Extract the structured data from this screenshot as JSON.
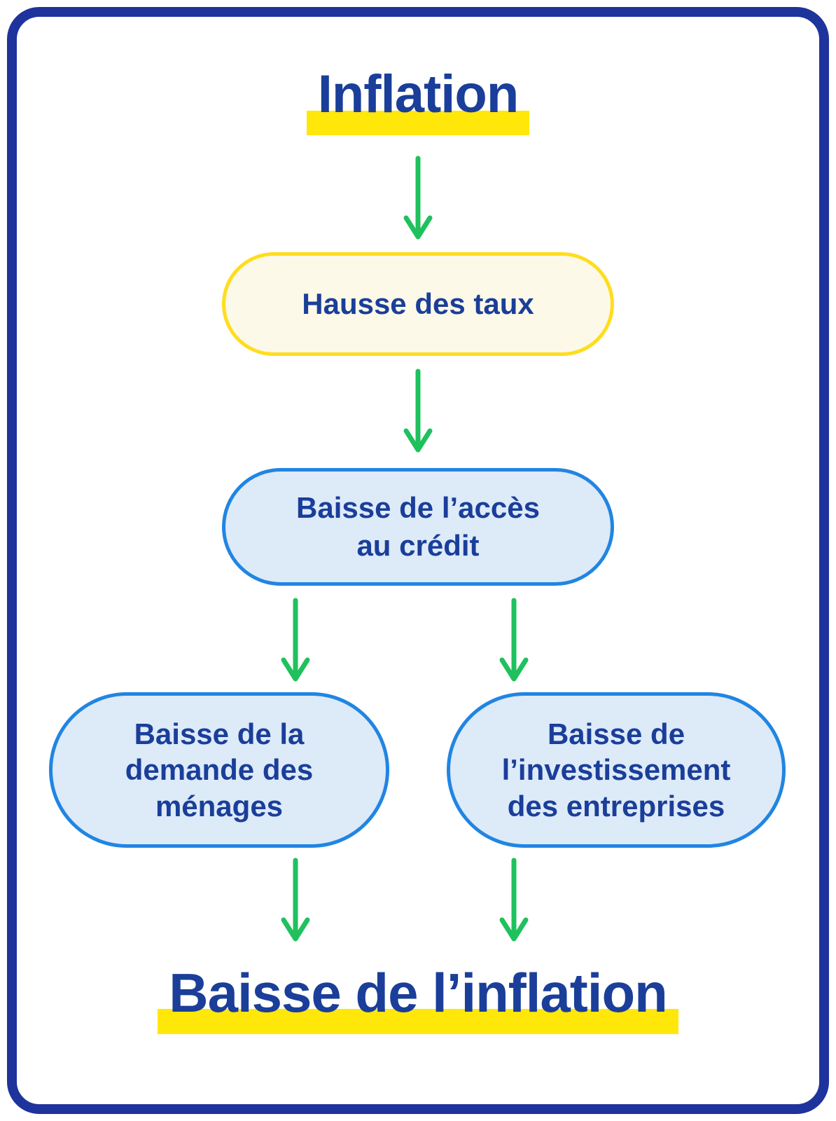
{
  "colors": {
    "text_blue": "#1a3e99",
    "highlight_yellow": "#ffe70a",
    "pill_yellow_border": "#ffdd1c",
    "pill_yellow_bg": "#fcf9e8",
    "pill_blue_border": "#2185e2",
    "pill_blue_bg": "#ddeaf8",
    "arrow_green": "#1fc15d",
    "card_border": "#1e339c",
    "card_bg": "#ffffff"
  },
  "diagram": {
    "title_top": "Inflation",
    "nodes": {
      "hausse_taux": "Hausse des taux",
      "acces_credit": "Baisse de l’accès\nau crédit",
      "demande_menages": "Baisse de la\ndemande des\nménages",
      "investissement": "Baisse de\nl’investissement\ndes entreprises"
    },
    "title_bottom": "Baisse de l’inflation"
  }
}
